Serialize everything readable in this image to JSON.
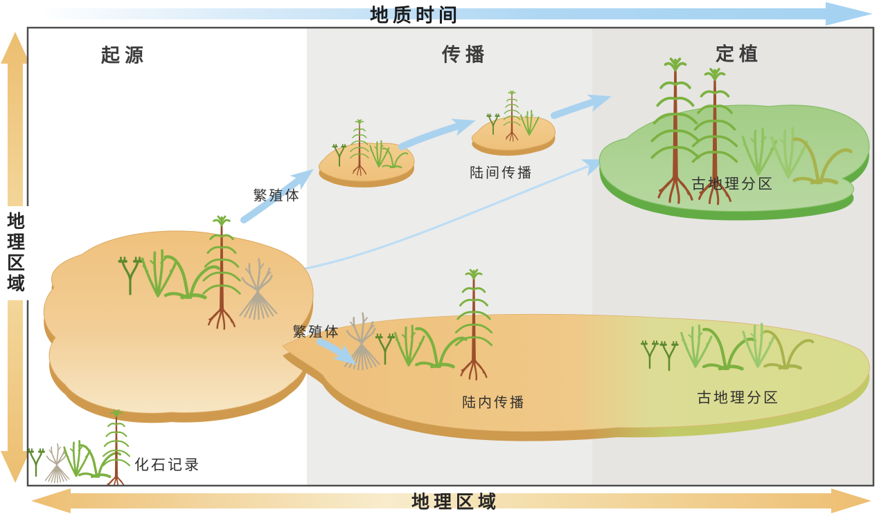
{
  "axes": {
    "time": {
      "label": "地质时间"
    },
    "region_left": {
      "label": "地理区域"
    },
    "region_bottom": {
      "label": "地理区域"
    }
  },
  "stages": [
    {
      "label": "起源"
    },
    {
      "label": "传播"
    },
    {
      "label": "定植"
    }
  ],
  "labels": {
    "propagule_upper": "繁殖体",
    "propagule_lower": "繁殖体",
    "dispersal_between_land": "陆间传播",
    "dispersal_within_land": "陆内传播",
    "paleo_region_upper": "古地理分区",
    "paleo_region_lower": "古地理分区",
    "fossil_record": "化石记录"
  },
  "colors": {
    "time_arrow_blue": "#A9D4F2",
    "region_arrow_orange": "#EFC27E",
    "land_origin_orange": "#F0C584",
    "land_colonized_green": "#A9D08E",
    "land_colonized_yellowgreen": "#D9DD8E",
    "dispersal_arrow_blue": "#A9D2EF",
    "panel_gray_mid": "#ECECEA",
    "panel_gray_right": "#E6E5E2"
  }
}
